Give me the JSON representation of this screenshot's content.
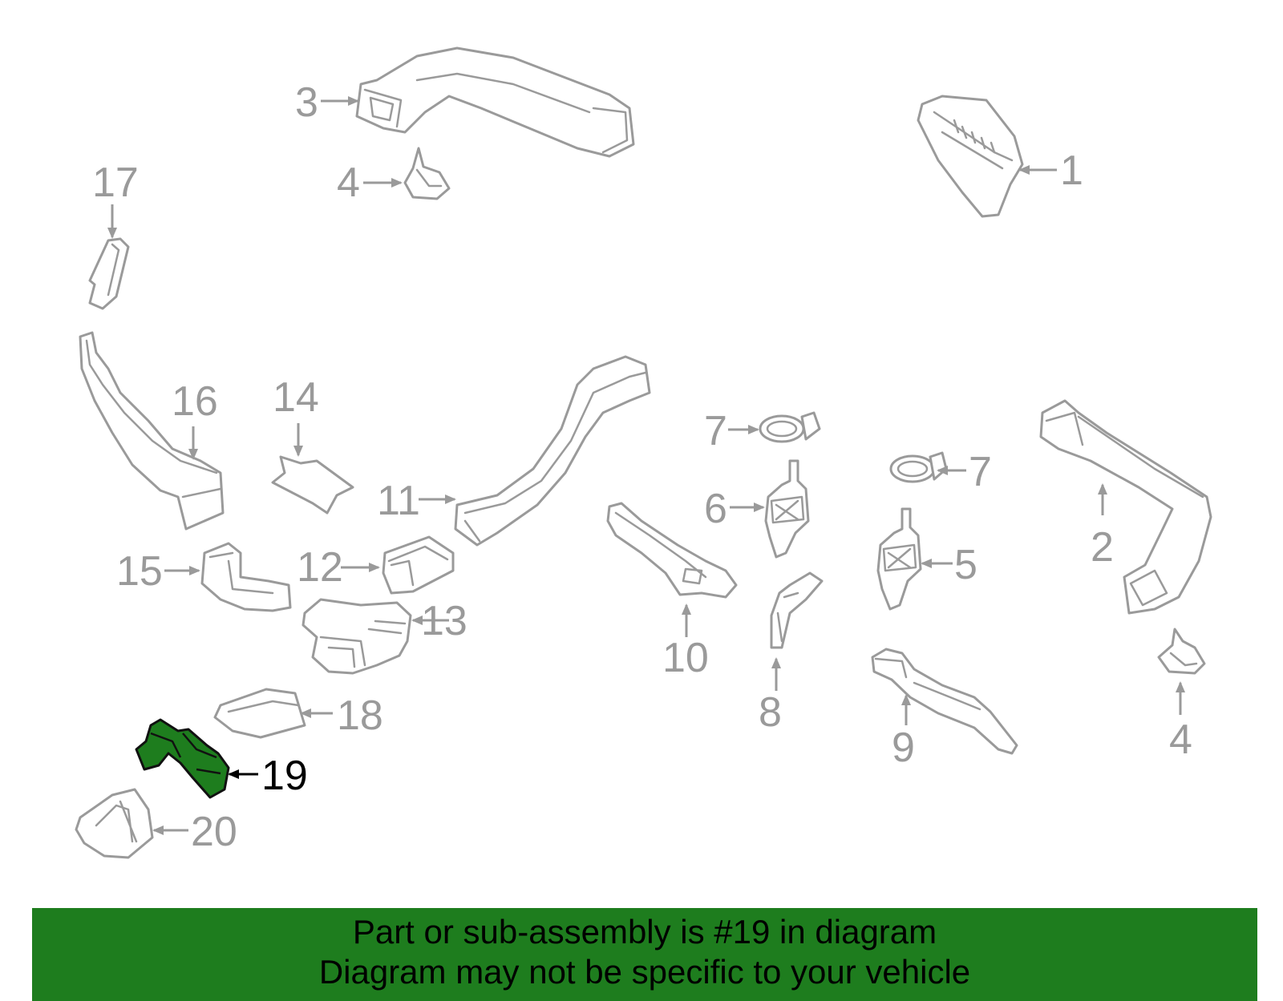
{
  "diagram": {
    "highlighted_part": "19",
    "highlight_color": "#1e7d1e",
    "part_color": "#9a9a9a",
    "callouts": {
      "c1": "1",
      "c2": "2",
      "c3": "3",
      "c4a": "4",
      "c4b": "4",
      "c5": "5",
      "c6": "6",
      "c7a": "7",
      "c7b": "7",
      "c8": "8",
      "c9": "9",
      "c10": "10",
      "c11": "11",
      "c12": "12",
      "c13": "13",
      "c14": "14",
      "c15": "15",
      "c16": "16",
      "c17": "17",
      "c18": "18",
      "c19": "19",
      "c20": "20"
    }
  },
  "banner": {
    "background": "#1e7d1e",
    "line1": "Part or sub-assembly is #19 in diagram",
    "line2": "Diagram may not be specific to your vehicle"
  }
}
